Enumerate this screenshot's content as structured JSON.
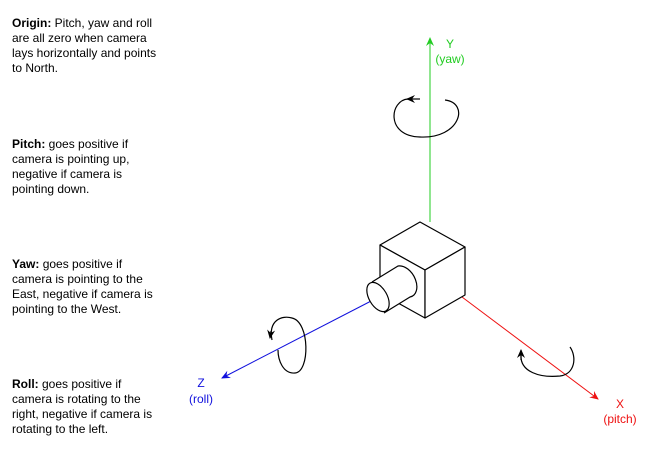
{
  "notes": [
    {
      "key": "origin",
      "title": "Origin:",
      "text": " Pitch, yaw and roll are all zero when camera lays horizontally and points to North."
    },
    {
      "key": "pitch",
      "title": "Pitch:",
      "text": " goes positive if camera is pointing up, negative if camera is pointing down."
    },
    {
      "key": "yaw",
      "title": "Yaw:",
      "text": " goes positive if camera is pointing to the East, negative if camera is pointing to the West."
    },
    {
      "key": "roll",
      "title": "Roll:",
      "text": " goes positive if camera is rotating to the right, negative if camera is rotating to the left."
    }
  ],
  "axes": {
    "y": {
      "name": "Y",
      "sub": "(yaw)",
      "color": "#22cc22"
    },
    "x": {
      "name": "X",
      "sub": "(pitch)",
      "color": "#ee1111"
    },
    "z": {
      "name": "Z",
      "sub": "(roll)",
      "color": "#1111dd"
    }
  }
}
